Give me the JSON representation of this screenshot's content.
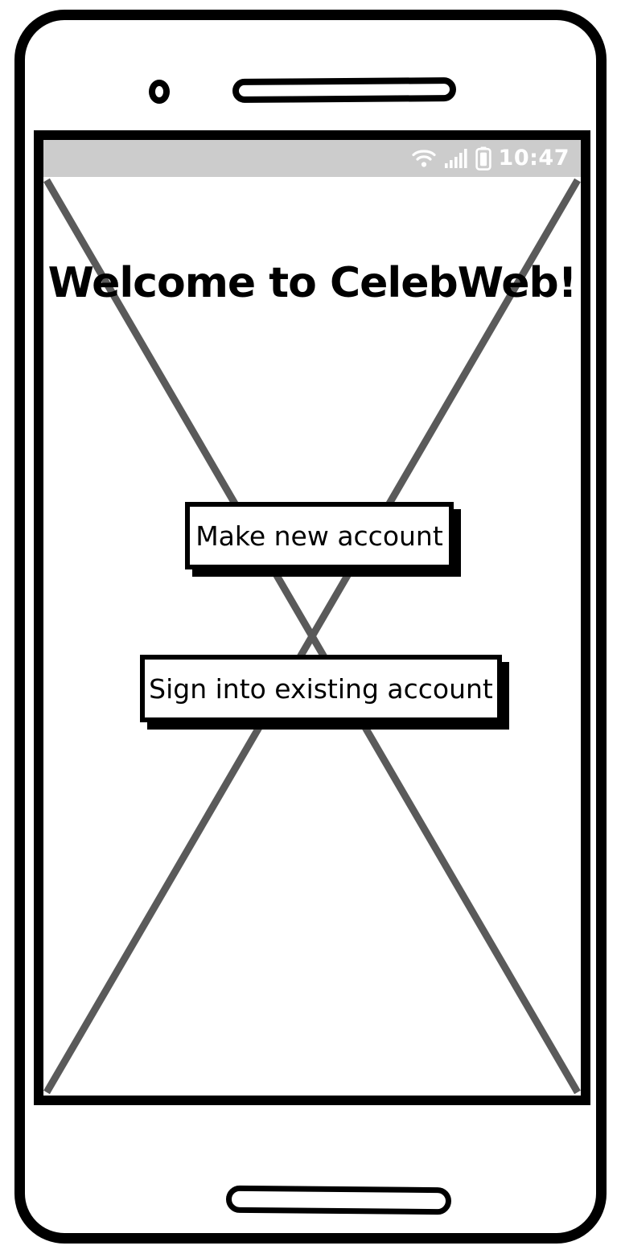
{
  "device": {
    "type": "smartphone-wireframe",
    "camera_icon": "camera-dot",
    "earpiece_icon": "earpiece-speaker",
    "home_button_icon": "home-button"
  },
  "status_bar": {
    "wifi_icon": "wifi-icon",
    "signal_icon": "cellular-signal-icon",
    "signal_bars": 5,
    "battery_icon": "battery-icon",
    "time": "10:47",
    "background_color": "#cccccc",
    "text_color": "#ffffff"
  },
  "screen": {
    "placeholder_cross": true,
    "placeholder_color": "#5a5a5a",
    "background_color": "#ffffff",
    "title": "Welcome to CelebWeb!",
    "buttons": [
      {
        "id": "make-account",
        "label": "Make new account"
      },
      {
        "id": "sign-in",
        "label": "Sign into existing account"
      }
    ]
  }
}
